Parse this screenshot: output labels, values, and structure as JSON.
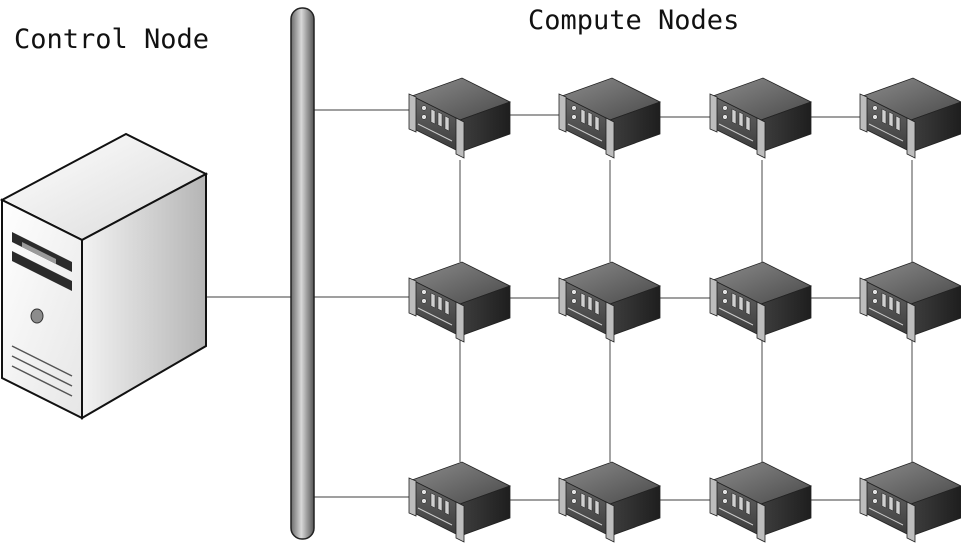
{
  "labels": {
    "control_node": "Control Node",
    "compute_nodes": "Compute Nodes"
  },
  "grid": {
    "rows": 3,
    "columns": 4
  },
  "colors": {
    "line": "#555555",
    "bus": "#8a8a8a",
    "tower_face": "#ffffff",
    "server_dark": "#3a3a3a"
  },
  "icons": {
    "control": "tower-server-icon",
    "compute": "rack-server-icon",
    "bus": "network-bus"
  }
}
